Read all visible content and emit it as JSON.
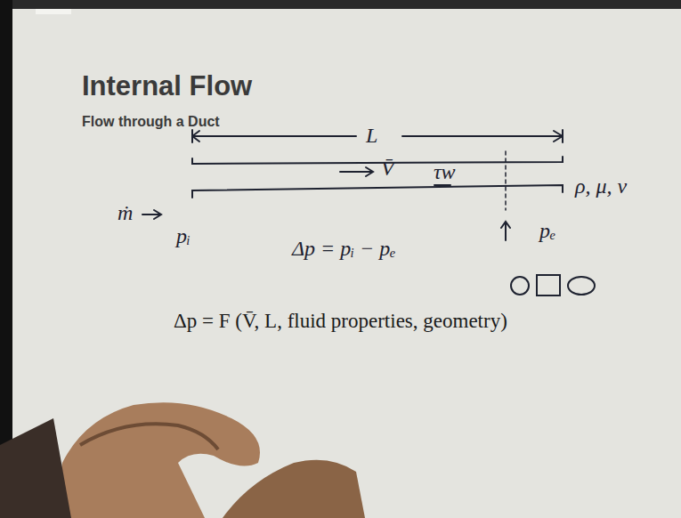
{
  "diagram": {
    "title": "Internal Flow",
    "labels": [
      "Flow through a Duct",
      "L",
      "ṁ",
      "V̄",
      "τw",
      "ρ, μ, ν",
      "pᵢ",
      "pₑ",
      "Δp = pᵢ − pₑ",
      "Δp = F (V̄, L, fluid properties, geometry)"
    ]
  }
}
